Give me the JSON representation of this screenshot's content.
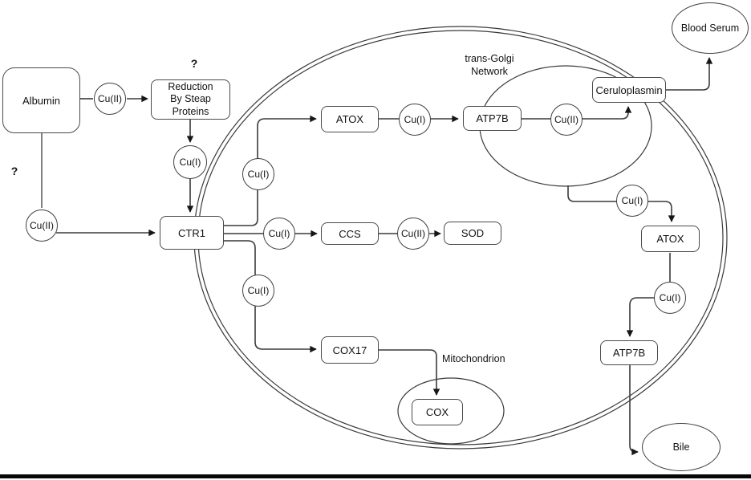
{
  "colors": {
    "line": "#3a3a3a",
    "box_border": "#4a4a4a",
    "text": "#111111",
    "background": "#ffffff"
  },
  "nodes": {
    "albumin": "Albumin",
    "cu2_albumin": "Cu(II)",
    "question_top": "?",
    "question_left": "?",
    "reduction_steap": "Reduction\nBy Steap\nProteins",
    "cu1_reduction": "Cu(I)",
    "cu2_left": "Cu(II)",
    "ctr1": "CTR1",
    "cu1_upper": "Cu(I)",
    "cu1_middle": "Cu(I)",
    "cu1_lower": "Cu(I)",
    "atox_top": "ATOX",
    "cu1_atox": "Cu(I)",
    "atp7b_golgi": "ATP7B",
    "cu2_golgi": "Cu(II)",
    "ceruloplasmin": "Ceruloplasmin",
    "blood_serum": "Blood Serum",
    "golgi_label": "trans-Golgi\nNetwork",
    "ccs": "CCS",
    "cu2_ccs": "Cu(II)",
    "sod": "SOD",
    "cox17": "COX17",
    "mitochondrion_label": "Mitochondrion",
    "cox": "COX",
    "cu1_golgi_out": "Cu(I)",
    "atox_right": "ATOX",
    "cu1_right": "Cu(I)",
    "atp7b_right": "ATP7B",
    "bile": "Bile"
  }
}
